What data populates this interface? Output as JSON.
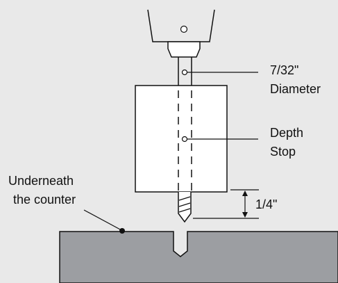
{
  "labels": {
    "diameter_line1": "7/32\"",
    "diameter_line2": "Diameter",
    "depth_line1": "Depth",
    "depth_line2": "Stop",
    "under_line1": "Underneath",
    "under_line2": "the counter",
    "gap": "1/4\""
  },
  "colors": {
    "background": "#e9e9e9",
    "counter": "#9c9ea2",
    "stroke": "#111111",
    "part_fill": "#ffffff"
  }
}
